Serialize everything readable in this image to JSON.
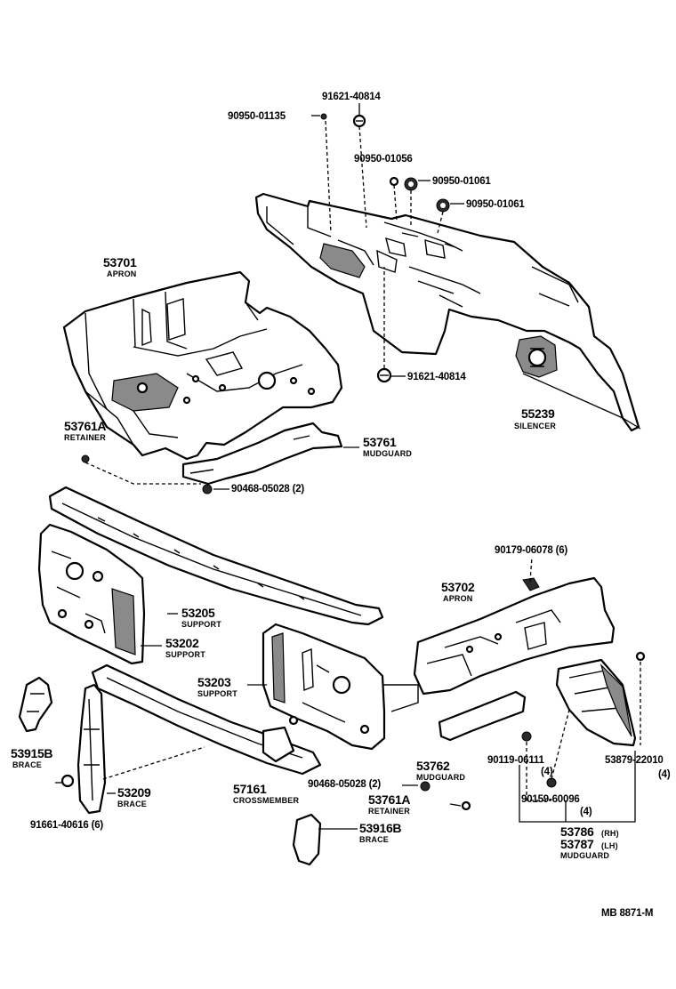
{
  "labels": {
    "p_91621_40814_top": "91621-40814",
    "p_90950_01135": "90950-01135",
    "p_90950_01056": "90950-01056",
    "p_90950_01061_a": "90950-01061",
    "p_90950_01061_b": "90950-01061",
    "p_91621_40814_mid": "91621-40814",
    "p_55239": "55239",
    "n_silencer": "SILENCER",
    "p_53701": "53701",
    "n_apron_1": "APRON",
    "p_53761a_1": "53761A",
    "n_retainer_1": "RETAINER",
    "p_53761": "53761",
    "n_mudguard_1": "MUDGUARD",
    "p_90468_05028_1": "90468-05028 (2)",
    "p_90179_06078": "90179-06078 (6)",
    "p_53702": "53702",
    "n_apron_2": "APRON",
    "p_53205": "53205",
    "n_support_1": "SUPPORT",
    "p_53202": "53202",
    "n_support_2": "SUPPORT",
    "p_53203": "53203",
    "n_support_3": "SUPPORT",
    "p_53915b": "53915B",
    "n_brace_1": "BRACE",
    "p_53209": "53209",
    "n_brace_2": "BRACE",
    "p_91661_40616": "91661-40616 (6)",
    "p_57161": "57161",
    "n_crossmember": "CROSSMEMBER",
    "p_90468_05028_2": "90468-05028 (2)",
    "p_53762": "53762",
    "n_mudguard_2": "MUDGUARD",
    "p_53761a_2": "53761A",
    "n_retainer_2": "RETAINER",
    "p_53916b": "53916B",
    "n_brace_3": "BRACE",
    "p_90119_06111": "90119-06111",
    "q_90119": "(4)",
    "p_90159_60096": "90159-60096",
    "q_90159": "(4)",
    "p_53879_22010": "53879-22010",
    "q_53879": "(4)",
    "p_53786": "53786",
    "s_rh": "(RH)",
    "p_53787": "53787",
    "s_lh": "(LH)",
    "n_mudguard_3": "MUDGUARD",
    "footer_code": "MB  8871-M"
  },
  "icons": [
    "bolt-icon",
    "nut-icon",
    "grommet-icon",
    "clip-icon",
    "plug-icon"
  ]
}
